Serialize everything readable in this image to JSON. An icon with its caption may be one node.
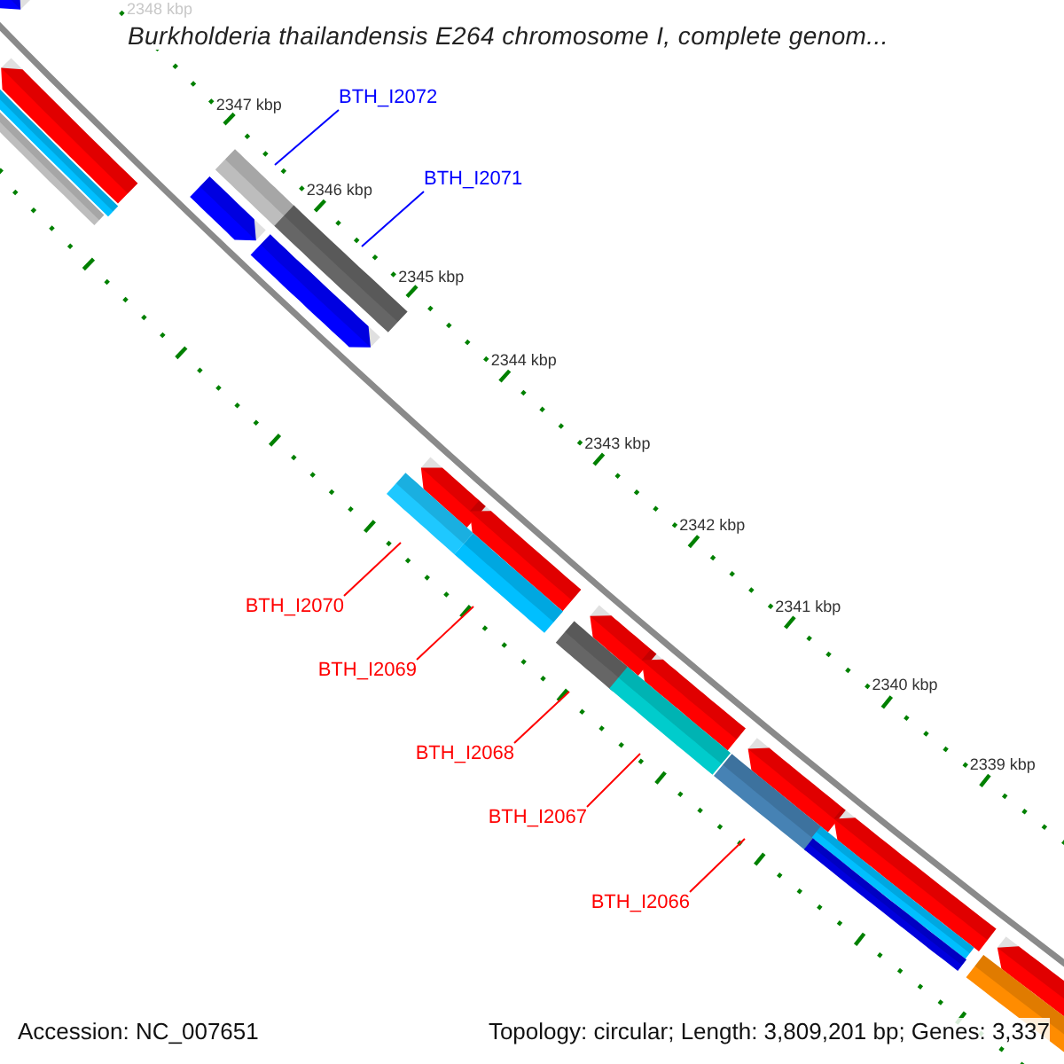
{
  "diagram": {
    "title": "Burkholderia thailandensis E264 chromosome I, complete genom...",
    "nodes": [
      {
        "text": [
          "BTH_I2072"
        ]
      },
      {
        "text": [
          "BTH_I2071"
        ]
      },
      {
        "text": [
          "BTH_I2070"
        ]
      },
      {
        "text": [
          "BTH_I2069"
        ]
      },
      {
        "text": [
          "BTH_I2068"
        ]
      },
      {
        "text": [
          "BTH_I2067"
        ]
      },
      {
        "text": [
          "BTH_I2066"
        ]
      }
    ],
    "edges": [
      {
        "from": 0,
        "to": null,
        "arrow": "none",
        "color": "#0000ff"
      },
      {
        "from": 1,
        "to": null,
        "arrow": "none",
        "color": "#0000ff"
      },
      {
        "from": 2,
        "to": null,
        "arrow": "none"
      },
      {
        "from": 3,
        "to": null,
        "arrow": "none"
      },
      {
        "from": 4,
        "to": null,
        "arrow": "none"
      },
      {
        "from": 5,
        "to": null,
        "arrow": "none"
      },
      {
        "from": 6,
        "to": null,
        "arrow": "none"
      }
    ],
    "labels": [
      "2348 kbp",
      "2347 kbp",
      "2346 kbp",
      "2345 kbp",
      "2344 kbp",
      "2343 kbp",
      "2342 kbp",
      "2341 kbp",
      "2340 kbp",
      "2339 kbp",
      "Accession: NC_007651",
      "Topology: circular; Length: 3,809,201 bp; Genes: 3,337"
    ]
  }
}
